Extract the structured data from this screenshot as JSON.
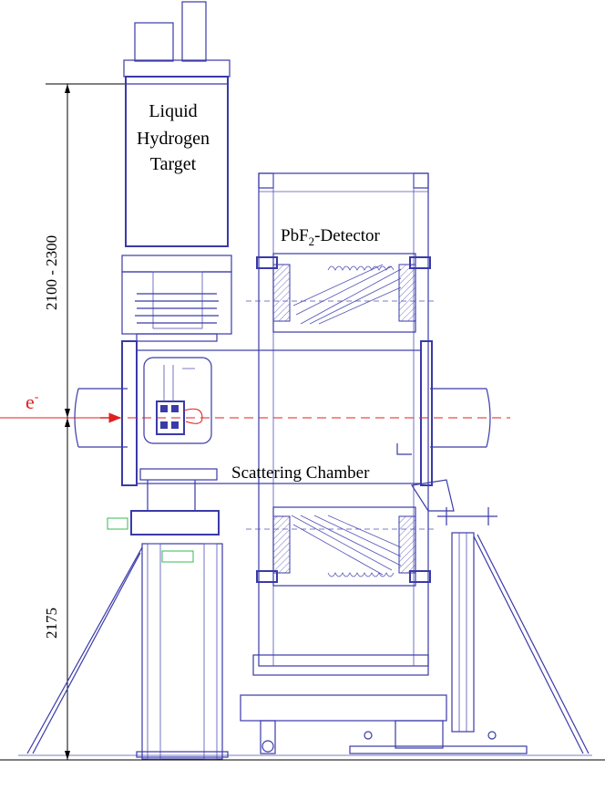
{
  "labels": {
    "target_line1": "Liquid",
    "target_line2": "Hydrogen",
    "target_line3": "Target",
    "detector_main": "PbF",
    "detector_sub": "2",
    "detector_suffix": "-Detector",
    "chamber": "Scattering Chamber",
    "beam_main": "e",
    "beam_sup": "-",
    "dim_upper": "2100 - 2300",
    "dim_lower": "2175"
  },
  "colors": {
    "drawing_lines": "#3a3aa8",
    "beam_axis": "#e02020",
    "dimension": "#000000",
    "aux_parts": "#33bb55"
  }
}
